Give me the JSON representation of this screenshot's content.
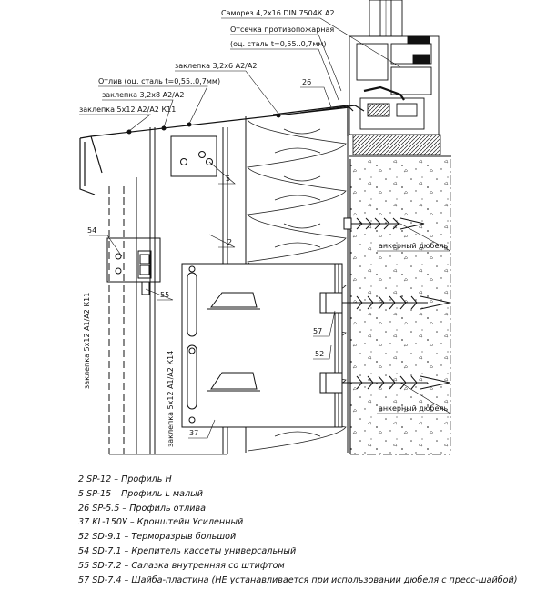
{
  "annotations": {
    "screw": "Саморез 4,2x16 DIN 7504К А2",
    "firestop_1": "Отсечка противопожарная",
    "firestop_2": "(оц. сталь t=0,55..0,7мм)",
    "rivet_32x6": "заклепка 3,2х6 А2/А2",
    "flashing": "Отлив (оц. сталь t=0,55..0,7мм)",
    "rivet_32x8": "заклепка 3,2х8 А2/А2",
    "rivet_5x12_k11": "заклепка 5х12 А2/А2 К11",
    "rivet_vert_k11": "заклепка 5х12 А1/А2 К11",
    "rivet_vert_k14": "заклепка 5х12 А1/А2 К14",
    "anchor_top": "анкерный дюбель",
    "anchor_bottom": "анкерный дюбель"
  },
  "callouts": {
    "c26": "26",
    "c5": "5",
    "c2": "2",
    "c54": "54",
    "c55": "55",
    "c57": "57",
    "c52": "52",
    "c37": "37"
  },
  "legend": [
    "2  SP-12 – Профиль Н",
    "5  SP-15 – Профиль L малый",
    "26  SP-5.5 – Профиль отлива",
    "37  KL-150У – Кронштейн Усиленный",
    "52  SD-9.1 – Терморазрыв большой",
    "54  SD-7.1 – Крепитель кассеты универсальный",
    "55  SD-7.2 – Салазка внутренняя со штифтом",
    "57  SD-7.4 – Шайба-пластина (НЕ устанавливается при использовании дюбеля с пресс-шайбой)"
  ]
}
